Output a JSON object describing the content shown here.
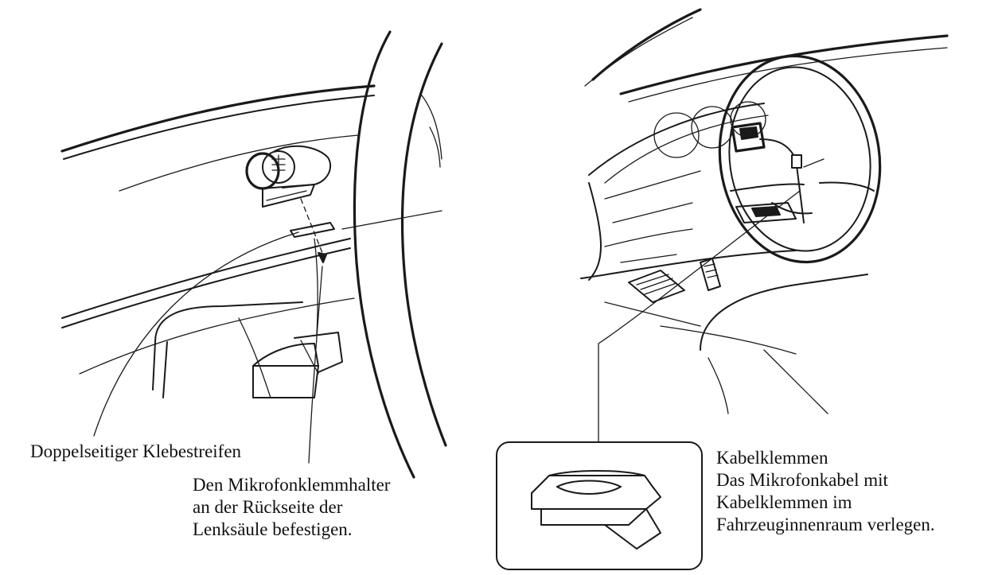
{
  "left_figure": {
    "callout_tape": "Doppelseitiger Klebestreifen",
    "callout_holder": [
      "Den Mikrofonklemmhalter",
      "an der Rückseite der",
      "Lenksäule befestigen."
    ]
  },
  "right_figure": {
    "callout_clamps": [
      "Kabelklemmen",
      "Das Mikrofonkabel mit",
      "Kabelklemmen im",
      "Fahrzeuginnenraum verlegen."
    ]
  },
  "colors": {
    "ink": "#1a1a1a",
    "background": "#ffffff"
  },
  "icons": [
    "microphone-holder-illustration",
    "steering-wheel-illustration",
    "cable-clamp-illustration"
  ]
}
